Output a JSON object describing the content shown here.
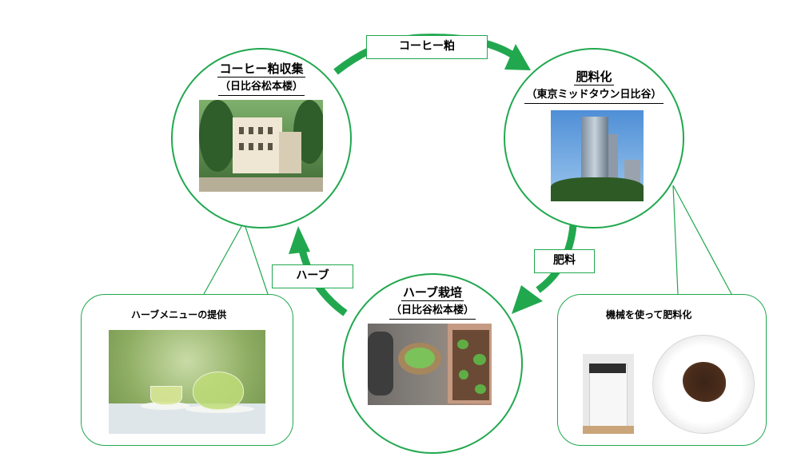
{
  "colors": {
    "accent": "#21a84f",
    "line": "#21a84f",
    "text": "#000000"
  },
  "nodes": {
    "collection": {
      "title": "コーヒー粕収集",
      "subtitle": "（日比谷松本楼）"
    },
    "fertilizer": {
      "title": "肥料化",
      "subtitle": "（東京ミッドタウン日比谷）"
    },
    "cultivation": {
      "title": "ハーブ栽培",
      "subtitle": "（日比谷松本楼）"
    }
  },
  "arrows": {
    "to_fertilizer": "コーヒー粕",
    "to_cultivation": "肥料",
    "to_collection": "ハーブ"
  },
  "callouts": {
    "menu": {
      "title": "ハーブメニューの提供"
    },
    "machine": {
      "title": "機械を使って肥料化"
    }
  },
  "images": {
    "building": "building-photo",
    "tower": "tower-photo",
    "herbs": "herb-garden-photo",
    "tea": "herb-tea-photo",
    "machine": "composting-machine-photo",
    "plate": "fertilizer-plate-photo"
  }
}
